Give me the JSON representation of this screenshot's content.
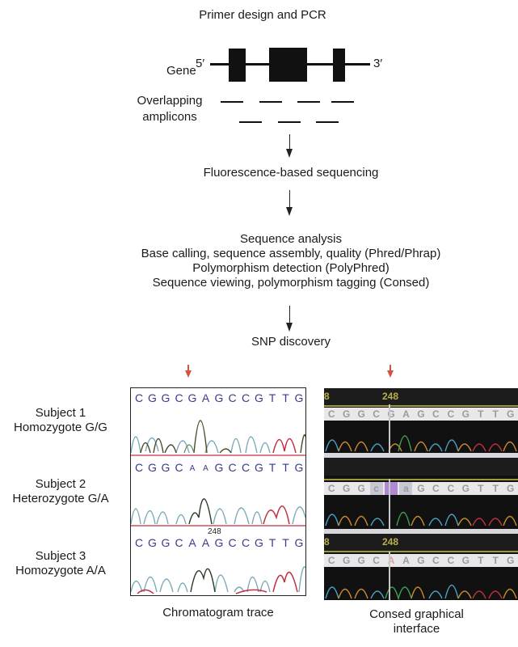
{
  "title": "Primer design and PCR",
  "gene": {
    "label": "Gene",
    "five_prime": "5′",
    "three_prime": "3′",
    "exon_count": 3
  },
  "amplicons": {
    "label_line1": "Overlapping",
    "label_line2": "amplicons",
    "top_row_count": 4,
    "bottom_row_count": 3
  },
  "steps": {
    "sequencing": "Fluorescence-based sequencing",
    "analysis_title": "Sequence analysis",
    "analysis_line1": "Base calling, sequence assembly, quality (Phred/Phrap)",
    "analysis_line2": "Polymorphism detection (PolyPhred)",
    "analysis_line3": "Sequence viewing, polymorphism tagging (Consed)",
    "snp": "SNP discovery"
  },
  "subjects": [
    {
      "name": "Subject 1",
      "genotype": "Homozygote G/G"
    },
    {
      "name": "Subject 2",
      "genotype": "Heterozygote G/A"
    },
    {
      "name": "Subject 3",
      "genotype": "Homozygote A/A"
    }
  ],
  "chromatogram": {
    "caption": "Chromatogram trace",
    "position_label": "248",
    "rows": [
      {
        "bases": [
          "C",
          "G",
          "G",
          "C",
          "G",
          "A",
          "G",
          "C",
          "C",
          "G",
          "T",
          "T",
          "G"
        ],
        "small": []
      },
      {
        "bases": [
          "C",
          "G",
          "G",
          "C",
          "A",
          "",
          "A",
          "G",
          "C",
          "C",
          "G",
          "T",
          "T",
          "G"
        ],
        "small": [
          4,
          6
        ]
      },
      {
        "bases": [
          "C",
          "G",
          "G",
          "C",
          "A",
          "A",
          "G",
          "C",
          "C",
          "G",
          "T",
          "T",
          "G"
        ],
        "small": []
      }
    ]
  },
  "consed": {
    "caption_line1": "Consed graphical",
    "caption_line2": "interface",
    "position_label": "248",
    "left_edge_label": "8",
    "rows": [
      {
        "bases": [
          "C",
          "G",
          "G",
          "C",
          "G",
          "A",
          "G",
          "C",
          "C",
          "G",
          "T",
          "T",
          "G"
        ]
      },
      {
        "bases": [
          "C",
          "G",
          "G",
          "c",
          "",
          "a",
          "G",
          "C",
          "C",
          "G",
          "T",
          "T",
          "G"
        ]
      },
      {
        "bases": [
          "C",
          "G",
          "G",
          "C",
          "A",
          "A",
          "G",
          "C",
          "C",
          "G",
          "T",
          "T",
          "G"
        ]
      }
    ]
  },
  "colors": {
    "marker_arrow": "#d0553a",
    "base_text": "#3a3a8a",
    "trace_blue": "#7aaab8",
    "trace_black": "#2a3a2a",
    "trace_red": "#c03040",
    "trace_green": "#3a8a3a",
    "consed_bg": "#111111",
    "consed_pos": "#b8b04a"
  }
}
